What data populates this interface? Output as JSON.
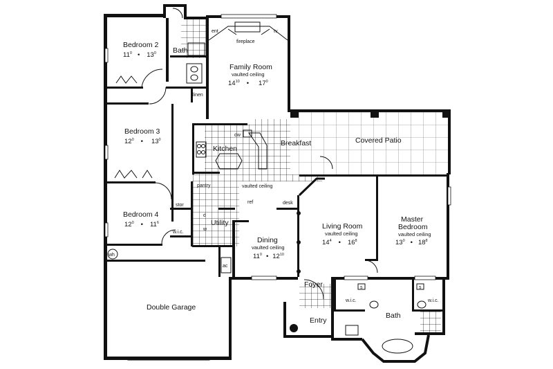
{
  "rooms": {
    "bedroom2": {
      "name": "Bedroom 2",
      "w": "11",
      "w_in": "0",
      "h": "13",
      "h_in": "0"
    },
    "bedroom3": {
      "name": "Bedroom 3",
      "w": "12",
      "w_in": "0",
      "h": "13",
      "h_in": "0"
    },
    "bedroom4": {
      "name": "Bedroom 4",
      "w": "12",
      "w_in": "0",
      "h": "11",
      "h_in": "6"
    },
    "bath2": {
      "name": "Bath"
    },
    "family": {
      "name": "Family Room",
      "note": "vaulted ceiling",
      "w": "14",
      "w_in": "10",
      "h": "17",
      "h_in": "0"
    },
    "kitchen": {
      "name": "Kitchen"
    },
    "breakfast": {
      "name": "Breakfast"
    },
    "patio": {
      "name": "Covered Patio"
    },
    "living": {
      "name": "Living Room",
      "note": "vaulted ceiling",
      "w": "14",
      "w_in": "4",
      "h": "16",
      "h_in": "8"
    },
    "master": {
      "name": "Master",
      "name2": "Bedroom",
      "note": "vaulted ceiling",
      "w": "13",
      "w_in": "0",
      "h": "18",
      "h_in": "8"
    },
    "dining": {
      "name": "Dining",
      "note": "vaulted ceiling",
      "w": "11",
      "w_in": "0",
      "h": "12",
      "h_in": "10"
    },
    "utility": {
      "name": "Utility"
    },
    "foyer": {
      "name": "Foyer"
    },
    "entry": {
      "name": "Entry"
    },
    "masterbath": {
      "name": "Bath"
    },
    "garage": {
      "name": "Double Garage"
    }
  },
  "labels": {
    "ent": "ent",
    "tv": "tv",
    "fireplace": "fireplace",
    "linen": "linen",
    "dw": "dw",
    "pantry": "pantry",
    "kitchen_vault": "vaulted ceiling",
    "ref": "ref",
    "desk": "desk",
    "stor": "stor",
    "wic4": "w.i.c.",
    "d": "d",
    "w": "w",
    "wh": "wh",
    "ac": "ac",
    "wic_left": "w.i.c.",
    "wic_right": "w.i.c.",
    "s_left": "s",
    "s_right": "s"
  },
  "dim_separator": "•"
}
